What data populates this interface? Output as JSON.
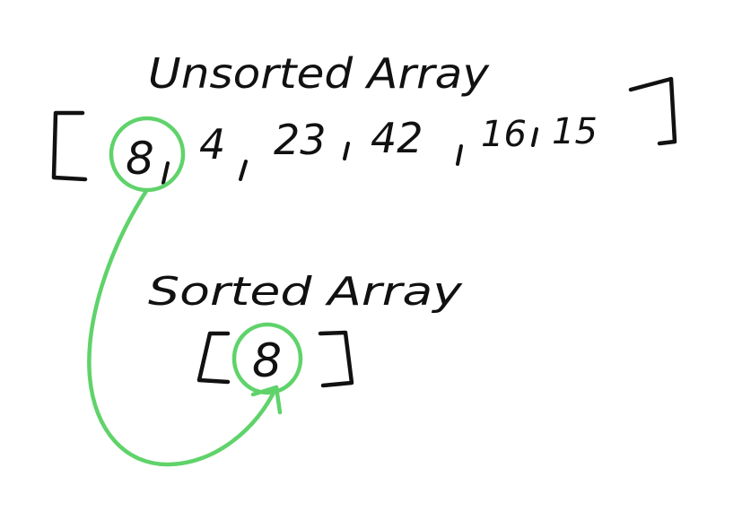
{
  "unsorted": {
    "title": "Unsorted Array",
    "values": [
      "8",
      "4",
      "23",
      "42",
      "16",
      "15"
    ]
  },
  "sorted": {
    "title": "Sorted Array",
    "values": [
      "8"
    ]
  },
  "colors": {
    "ink": "#111111",
    "highlight": "#5fd36a"
  }
}
